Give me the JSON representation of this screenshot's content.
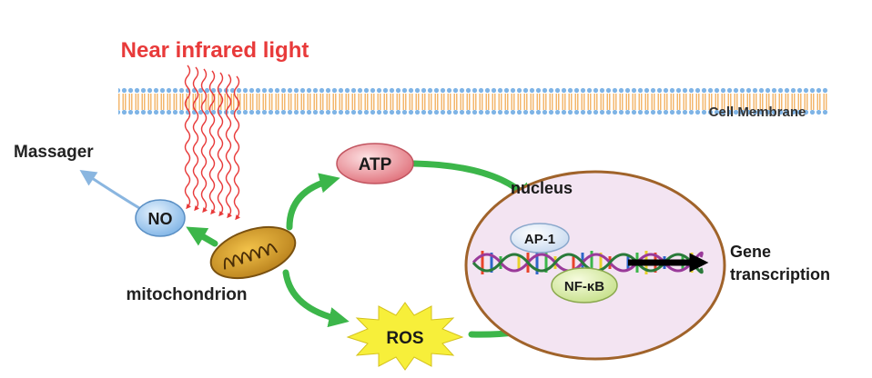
{
  "title_light": "Near infrared light",
  "membrane_label": "Cell Membrane",
  "labels": {
    "massager": "Massager",
    "no": "NO",
    "atp": "ATP",
    "ros": "ROS",
    "mitochondrion": "mitochondrion",
    "nucleus": "nucleus",
    "ap1": "AP-1",
    "nfkb": "NF-κB",
    "gene_line1": "Gene",
    "gene_line2": "transcription"
  },
  "colors": {
    "light": "#e83a3a",
    "arrow_green": "#3cb64a",
    "nucleus_fill": "#f3e4f2",
    "nucleus_stroke": "#a0632a",
    "membrane_head": "#7fb4e6",
    "membrane_tail": "#f0a54a"
  }
}
